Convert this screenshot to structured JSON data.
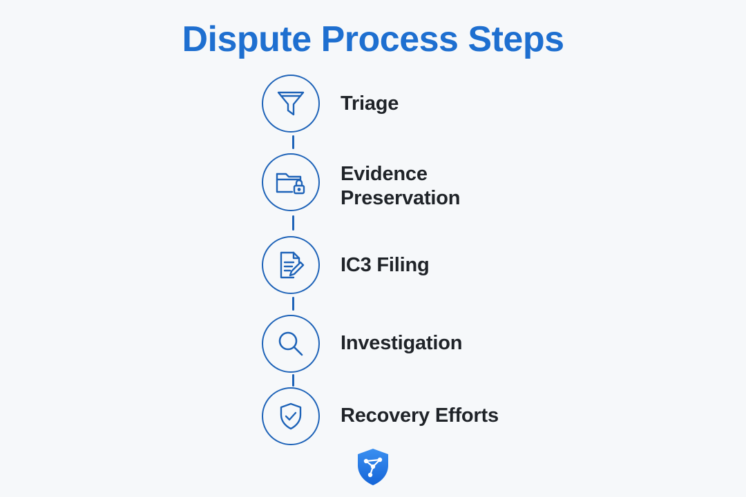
{
  "title": "Dispute Process Steps",
  "colors": {
    "accent": "#1e6fd0",
    "icon_stroke": "#1e63b8",
    "label_text": "#1f2328",
    "background": "#f6f8fa",
    "logo_fill": "#1a73e8"
  },
  "steps": [
    {
      "label": "Triage",
      "icon": "funnel-icon"
    },
    {
      "label": "Evidence\nPreservation",
      "icon": "locked-folder-icon"
    },
    {
      "label": "IC3 Filing",
      "icon": "document-edit-icon"
    },
    {
      "label": "Investigation",
      "icon": "magnifier-icon"
    },
    {
      "label": "Recovery Efforts",
      "icon": "shield-check-icon"
    }
  ],
  "logo": {
    "icon": "shield-network-logo"
  }
}
